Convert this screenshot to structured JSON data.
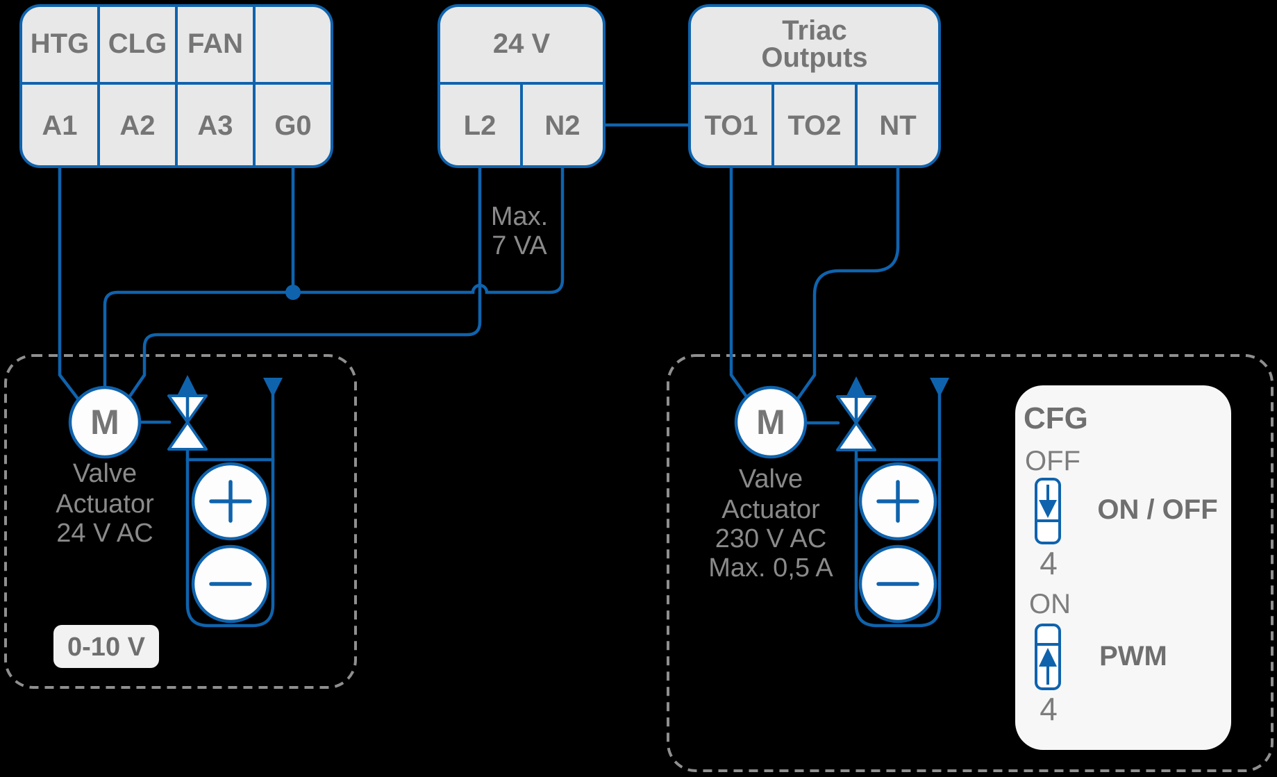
{
  "terminal_blocks": {
    "analog": {
      "row_top": [
        "HTG",
        "CLG",
        "FAN",
        ""
      ],
      "row_bottom": [
        "A1",
        "A2",
        "A3",
        "G0"
      ]
    },
    "power_24v": {
      "title": "24 V",
      "terminals": [
        "L2",
        "N2"
      ]
    },
    "triac": {
      "title": [
        "Triac",
        "Outputs"
      ],
      "terminals": [
        "TO1",
        "TO2",
        "NT"
      ]
    }
  },
  "notes": {
    "max_load": [
      "Max.",
      "7 VA"
    ]
  },
  "left_actuator": {
    "motor_label": "M",
    "caption": [
      "Valve",
      "Actuator",
      "24 V AC"
    ],
    "signal_badge": "0-10 V"
  },
  "right_actuator": {
    "motor_label": "M",
    "caption": [
      "Valve",
      "Actuator",
      "230 V AC",
      "Max. 0,5 A"
    ]
  },
  "cfg": {
    "title": "CFG",
    "onoff_switch": {
      "state_label": "OFF",
      "mode_label": "ON / OFF",
      "dip_number": "4"
    },
    "pwm_switch": {
      "state_label": "ON",
      "mode_label": "PWM",
      "dip_number": "4"
    }
  },
  "colors": {
    "wire_blue": "#0f63ad",
    "terminal_fill": "#e8e8e8",
    "terminal_text": "#757575",
    "caption_text": "#8a8a8a",
    "dashed_border": "#8f8f8f",
    "panel_fill": "#f7f7f7",
    "badge_fill": "#f2f2f2",
    "background": "#000000"
  }
}
